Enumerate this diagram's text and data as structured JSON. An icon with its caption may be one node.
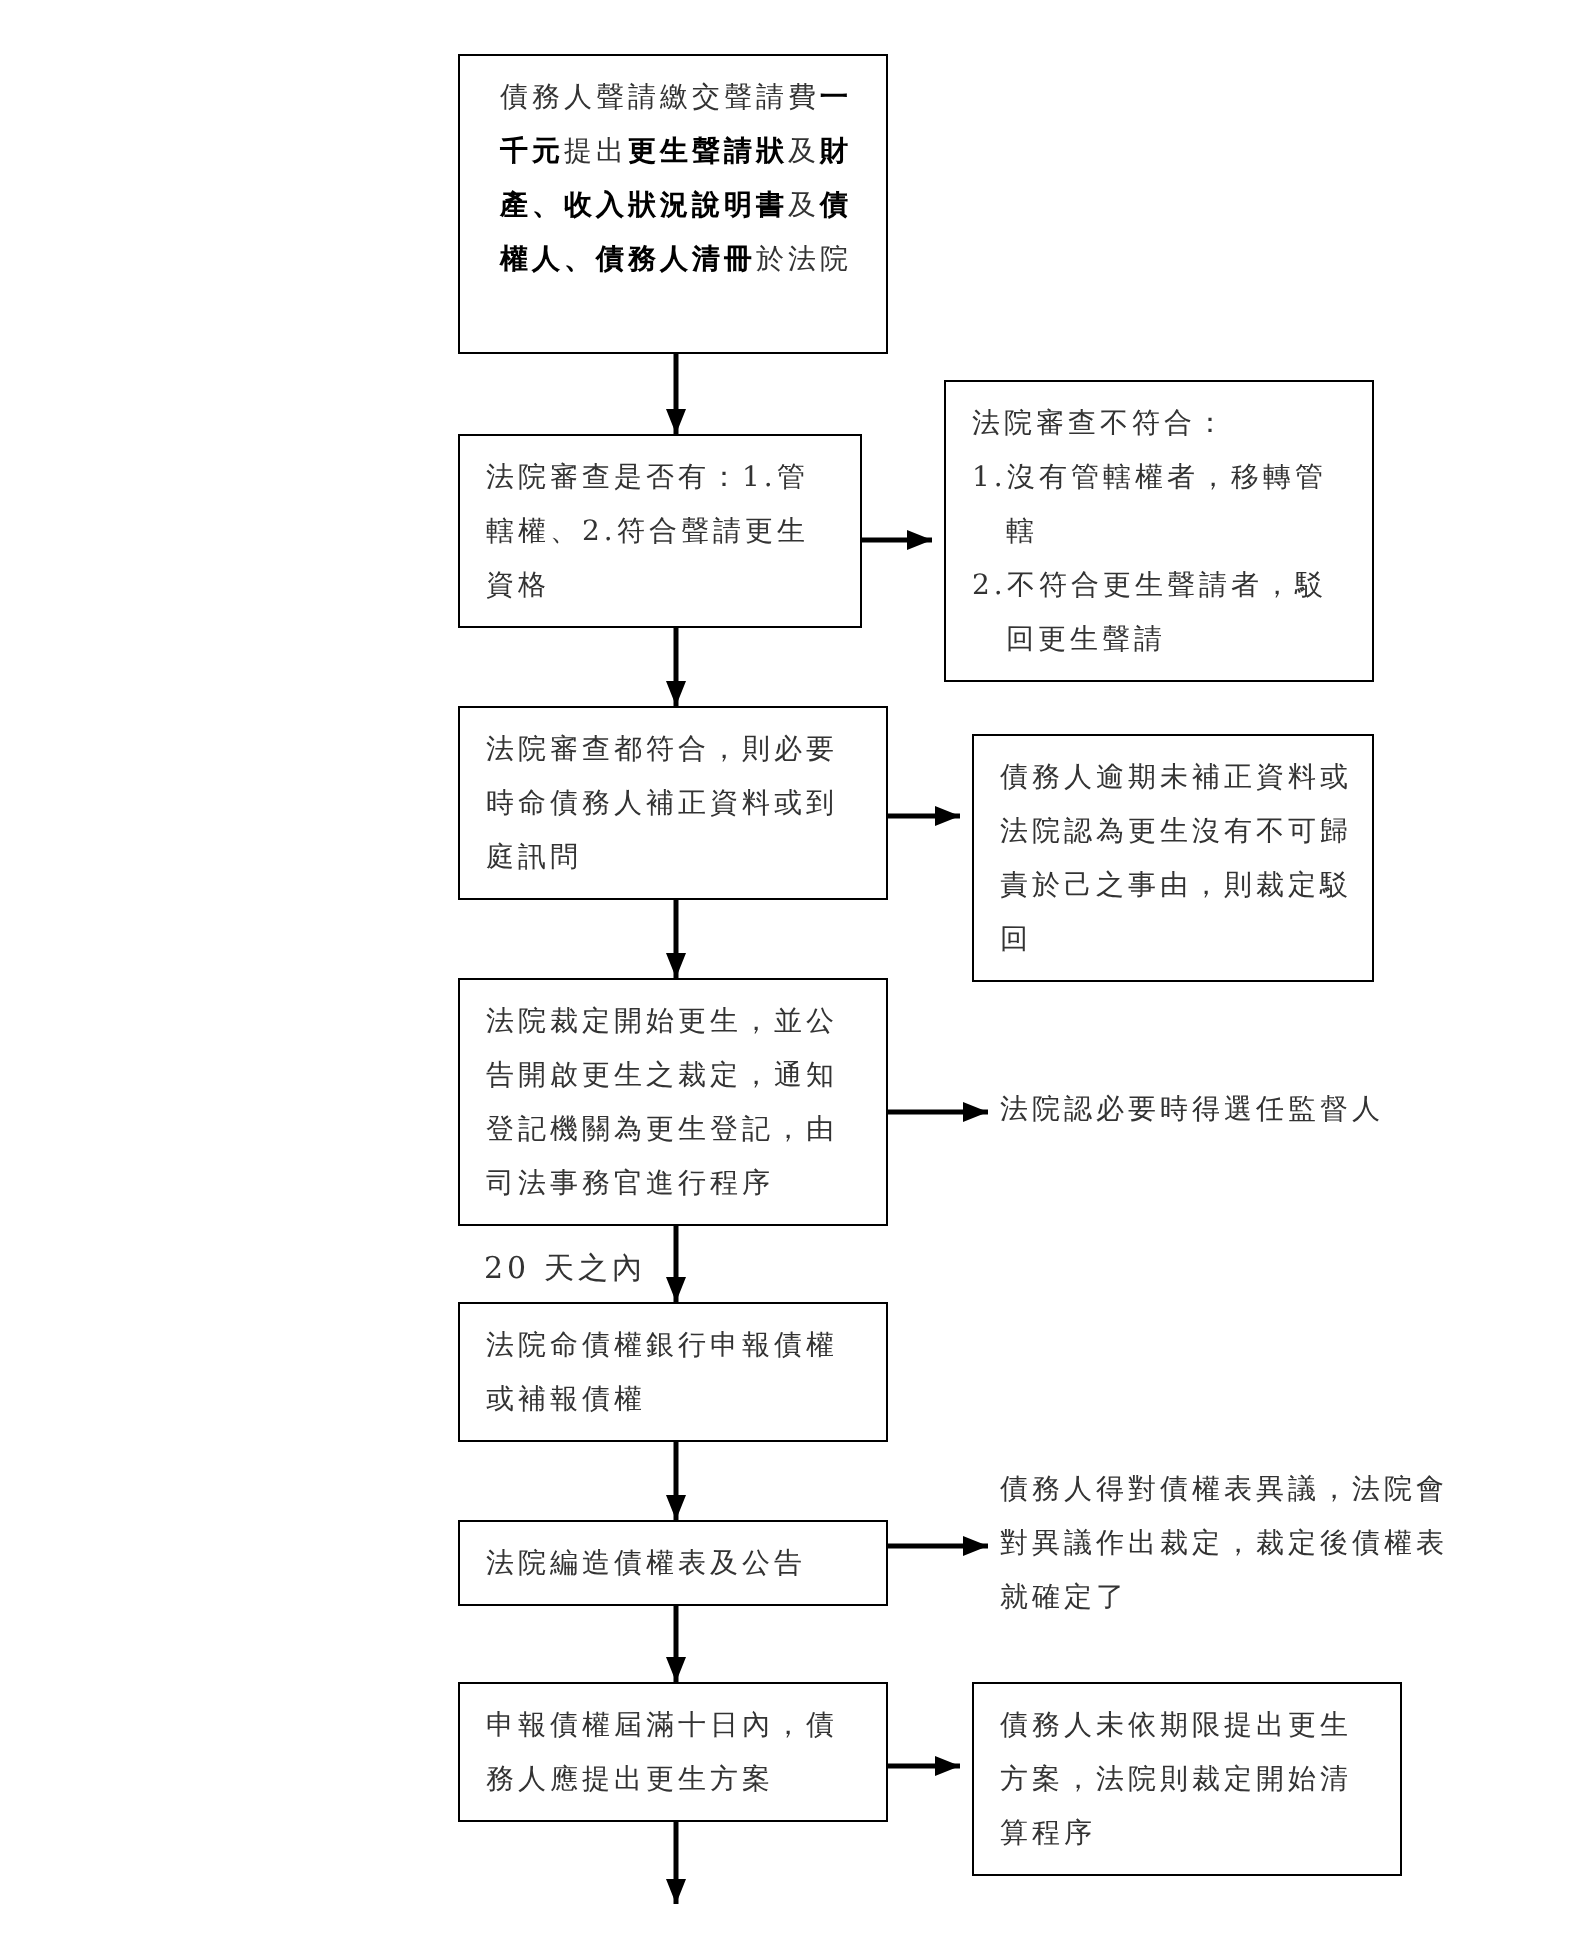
{
  "diagram": {
    "nodes": [
      {
        "text": [
          "債務人聲請繳交聲請費**一千元**提出**更生聲請狀**及**財產、收入狀況說明書**及**債權人、債務人清冊**於法院"
        ]
      },
      {
        "text": [
          "法院審查是否有：1.管轄權、2.符合聲請更生資格"
        ]
      },
      {
        "text": [
          "法院審查不符合：",
          "1.沒有管轄權者，移轉管轄",
          "2.不符合更生聲請者，駁回更生聲請"
        ]
      },
      {
        "text": [
          "法院審查都符合，則必要時命債務人補正資料或到庭訊問"
        ]
      },
      {
        "text": [
          "債務人逾期未補正資料或法院認為更生沒有不可歸責於己之事由，則裁定駁回"
        ]
      },
      {
        "text": [
          "法院裁定開始更生，並公告開啟更生之裁定，通知登記機關為更生登記，由司法事務官進行程序"
        ]
      },
      {
        "text": [
          "法院認必要時得選任監督人"
        ]
      },
      {
        "text": [
          "法院命債權銀行申報債權或補報債權"
        ]
      },
      {
        "text": [
          "法院編造債權表及公告"
        ]
      },
      {
        "text": [
          "債務人得對債權表異議，法院會對異議作出裁定，裁定後債權表就確定了"
        ]
      },
      {
        "text": [
          "申報債權屆滿十日內，債務人應提出更生方案"
        ]
      },
      {
        "text": [
          "債務人未依期限提出更生方案，法院則裁定開始清算程序"
        ]
      }
    ],
    "edges": [
      {
        "from": 0,
        "to": 1,
        "arrow": "to"
      },
      {
        "from": 1,
        "to": 2,
        "arrow": "to"
      },
      {
        "from": 1,
        "to": 3,
        "arrow": "to"
      },
      {
        "from": 3,
        "to": 4,
        "arrow": "to"
      },
      {
        "from": 3,
        "to": 5,
        "arrow": "to"
      },
      {
        "from": 5,
        "to": 6,
        "arrow": "to"
      },
      {
        "from": 5,
        "to": 7,
        "arrow": "to",
        "label": "20 天之內"
      },
      {
        "from": 7,
        "to": 8,
        "arrow": "to"
      },
      {
        "from": 8,
        "to": 9,
        "arrow": "to"
      },
      {
        "from": 8,
        "to": 10,
        "arrow": "to"
      },
      {
        "from": 10,
        "to": 11,
        "arrow": "to"
      },
      {
        "from": 10,
        "to": null,
        "arrow": "to"
      }
    ]
  }
}
